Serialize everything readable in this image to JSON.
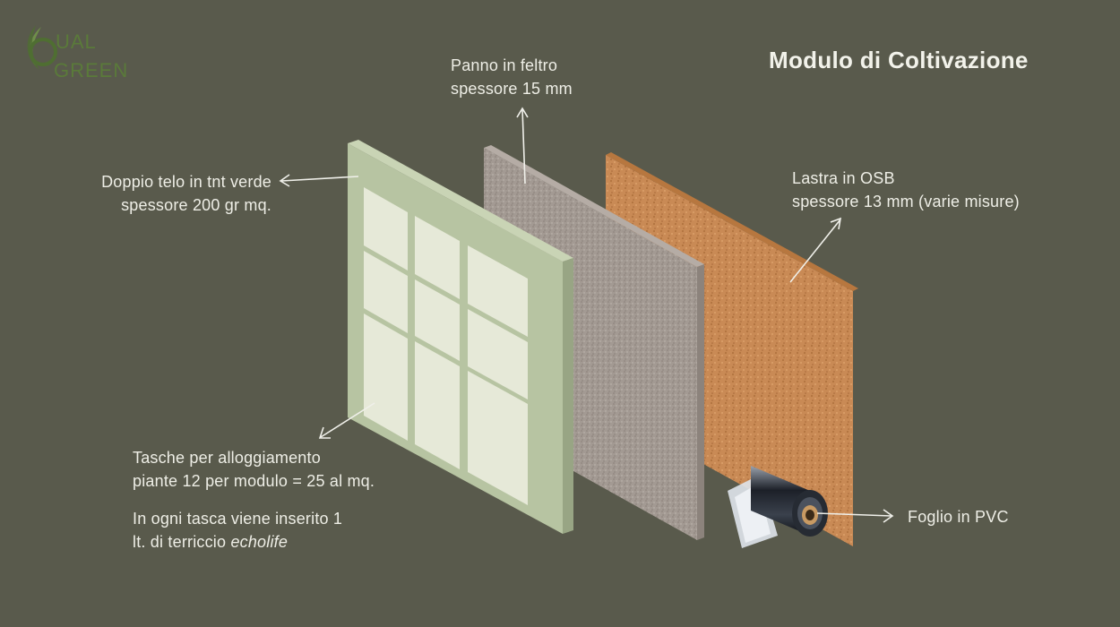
{
  "logo": {
    "line1": "UAL",
    "line2": "GREEN",
    "glyph": "leaf-q-icon"
  },
  "title": "Modulo di Coltivazione",
  "labels": {
    "tnt_line1": "Doppio telo in tnt verde",
    "tnt_line2": "spessore 200 gr mq.",
    "felt_line1": "Panno in feltro",
    "felt_line2": "spessore 15 mm",
    "osb_line1": "Lastra in OSB",
    "osb_line2": "spessore 13 mm (varie misure)",
    "pockets_line1": "Tasche per alloggiamento",
    "pockets_line2": "piante 12 per modulo = 25 al mq.",
    "soil_line1": "In ogni tasca viene inserito 1",
    "soil_line2_prefix": "lt. di terriccio ",
    "soil_line2_em": "echolife",
    "pvc": "Foglio in PVC"
  },
  "colors": {
    "background": "#595a4c",
    "tnt_panel": "#b7c4a2",
    "pocket": "#e6e9d8",
    "felt": "#a39a93",
    "osb": "#c98a55",
    "logo_green": "#5a7a3a"
  }
}
